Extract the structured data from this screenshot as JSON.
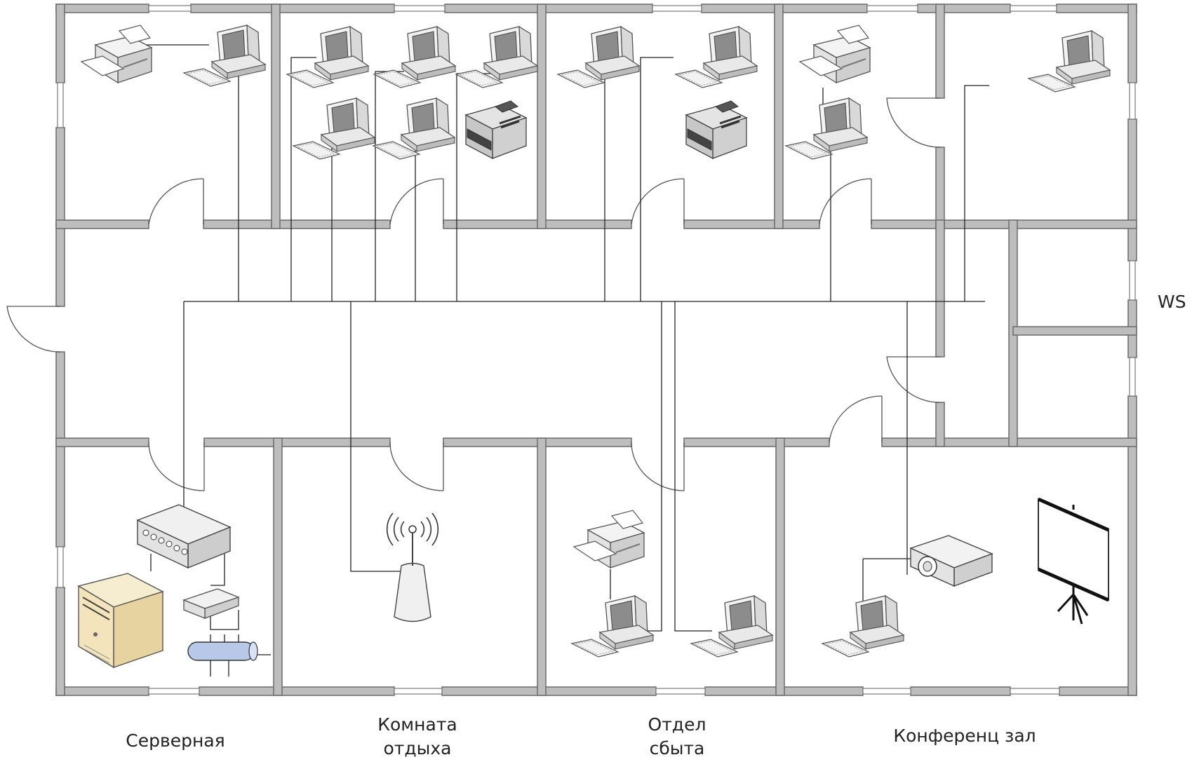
{
  "labels": {
    "server_room": "Серверная",
    "rest_room": "Комната\nотдыха",
    "sales_dept": "Отдел\nсбыта",
    "conference": "Конференц зал",
    "ws": "WS"
  },
  "colors": {
    "wall": "#bdbdbd",
    "wall_edge": "#6b6b6b",
    "cable": "#222222",
    "server_case": "#efe0b8",
    "patch_panel": "#b8c8e8"
  },
  "icons": [
    "printer-icon",
    "computer-icon",
    "laser-printer-icon",
    "switch-icon",
    "server-icon",
    "modem-icon",
    "patch-panel-icon",
    "wifi-access-point-icon",
    "projector-icon",
    "projection-screen-icon"
  ]
}
